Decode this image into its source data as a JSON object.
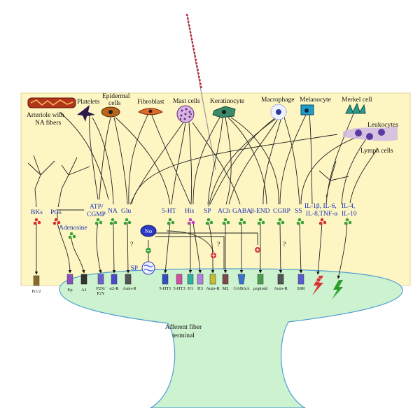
{
  "cells": {
    "arteriole": "Arteriole with",
    "arteriole2": "NA fibers",
    "platelets": "Platelets",
    "epidermal": "Epidermal",
    "epidermal2": "cells",
    "fibroblast": "Fibroblast",
    "mast": "Mast cells",
    "keratinocyte": "Keratinocyte",
    "macrophage": "Macrophage",
    "melanocyte": "Melanocyte",
    "merkel": "Merkel cell",
    "leukocytes": "Leukocytes",
    "lymph": "Lymph cells"
  },
  "mediators": {
    "bks": "BKs",
    "pgs": "PGs",
    "atp": "ATP/",
    "cgmp": "CGMP",
    "na": "NA",
    "glu": "Glu",
    "adenosine": "Adenosine",
    "ht5": "5-HT",
    "his": "His",
    "sp": "SP",
    "ach": "ACh",
    "gaba": "GABA",
    "bend": "β-END",
    "cgrp": "CGRP",
    "ss": "SS",
    "il1": "IL-1β, IL-6,",
    "il8": "IL-8,TNF-α",
    "il4": "IL-4,",
    "il10": "IL-10",
    "no": "No",
    "sp_bound": "SP"
  },
  "receptors": {
    "b12": "B1/2",
    "ep": "Ep",
    "a1": "A1",
    "p2x": "P2X/",
    "p2y": "P2Y",
    "a2r": "α2-R",
    "autor1": "Auto-R",
    "ht51": "5-HT1",
    "ht53": "5-HT3",
    "h1": "H1",
    "h3": "H3",
    "autor2": "Auto-R",
    "m2": "M2",
    "gabaa": "GABAA",
    "mu": "μopioid",
    "autor3": "Auto-R",
    "ssr": "SSR"
  },
  "question_marks": [
    "?",
    "?",
    "?"
  ],
  "terminal": {
    "line1": "Afferent fiber",
    "line2": "terminal"
  },
  "colors": {
    "skin": "#fdf6c3",
    "terminal": "#cdf2cf",
    "mediator_text": "#1a2fb4",
    "needle": "#c0203a"
  }
}
